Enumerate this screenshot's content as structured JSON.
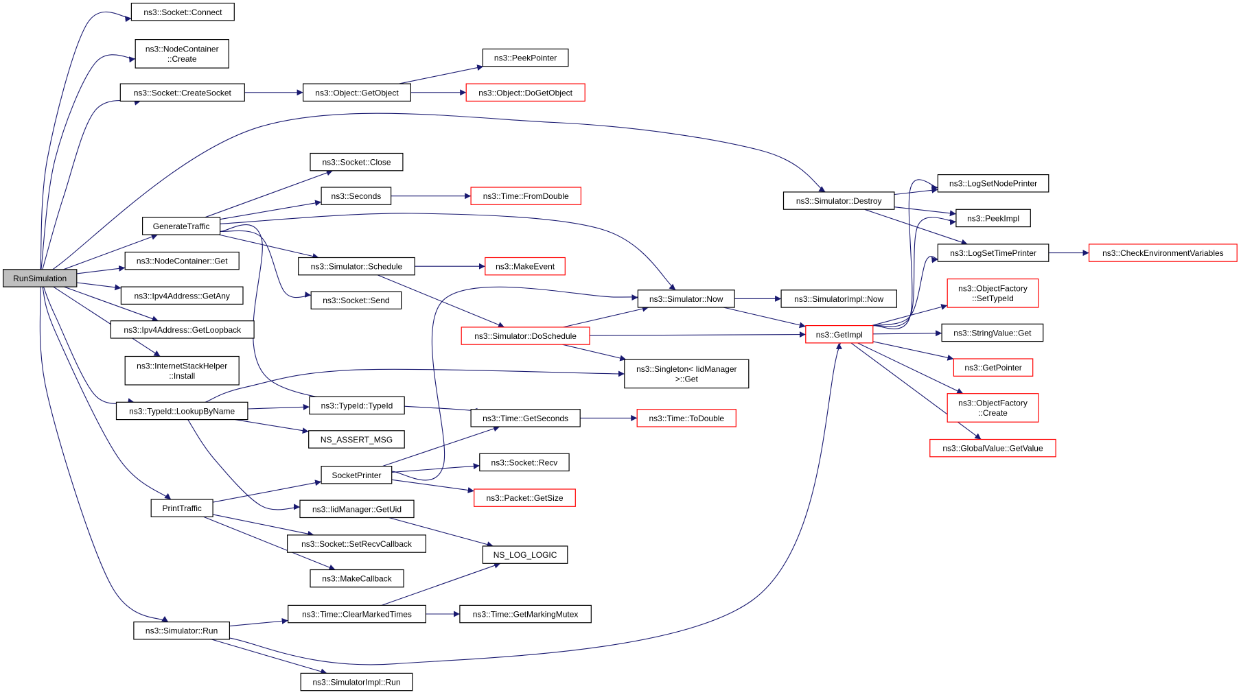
{
  "diagram": {
    "type": "call-graph",
    "colors": {
      "edge": "#191970",
      "root_fill": "#bfbfbf",
      "node_border": "#000000",
      "truncated_border": "#ff0000",
      "node_fill": "#ffffff"
    },
    "nodes": [
      {
        "id": "RunSimulation",
        "lines": [
          "RunSimulation"
        ],
        "root": true
      },
      {
        "id": "SocketConnect",
        "lines": [
          "ns3::Socket::Connect"
        ]
      },
      {
        "id": "NodeContainerCreate",
        "lines": [
          "ns3::NodeContainer",
          "::Create"
        ]
      },
      {
        "id": "SocketCreateSocket",
        "lines": [
          "ns3::Socket::CreateSocket"
        ]
      },
      {
        "id": "ObjectGetObject",
        "lines": [
          "ns3::Object::GetObject"
        ]
      },
      {
        "id": "PeekPointer",
        "lines": [
          "ns3::PeekPointer"
        ]
      },
      {
        "id": "ObjectDoGetObject",
        "lines": [
          "ns3::Object::DoGetObject"
        ],
        "truncated": true
      },
      {
        "id": "GenerateTraffic",
        "lines": [
          "GenerateTraffic"
        ]
      },
      {
        "id": "SocketClose",
        "lines": [
          "ns3::Socket::Close"
        ]
      },
      {
        "id": "Seconds",
        "lines": [
          "ns3::Seconds"
        ]
      },
      {
        "id": "TimeFromDouble",
        "lines": [
          "ns3::Time::FromDouble"
        ],
        "truncated": true
      },
      {
        "id": "SimulatorSchedule",
        "lines": [
          "ns3::Simulator::Schedule"
        ]
      },
      {
        "id": "MakeEvent",
        "lines": [
          "ns3::MakeEvent"
        ],
        "truncated": true
      },
      {
        "id": "SocketSend",
        "lines": [
          "ns3::Socket::Send"
        ]
      },
      {
        "id": "SimulatorDoSchedule",
        "lines": [
          "ns3::Simulator::DoSchedule"
        ],
        "truncated": true
      },
      {
        "id": "SimulatorNow",
        "lines": [
          "ns3::Simulator::Now"
        ]
      },
      {
        "id": "SimulatorImplNow",
        "lines": [
          "ns3::SimulatorImpl::Now"
        ]
      },
      {
        "id": "GetImpl",
        "lines": [
          "ns3::GetImpl"
        ],
        "truncated": true
      },
      {
        "id": "SimulatorDestroy",
        "lines": [
          "ns3::Simulator::Destroy"
        ]
      },
      {
        "id": "LogSetNodePrinter",
        "lines": [
          "ns3::LogSetNodePrinter"
        ]
      },
      {
        "id": "PeekImpl",
        "lines": [
          "ns3::PeekImpl"
        ]
      },
      {
        "id": "LogSetTimePrinter",
        "lines": [
          "ns3::LogSetTimePrinter"
        ]
      },
      {
        "id": "CheckEnv",
        "lines": [
          "ns3::CheckEnvironmentVariables"
        ],
        "truncated": true
      },
      {
        "id": "ObjectFactorySetTypeId",
        "lines": [
          "ns3::ObjectFactory",
          "::SetTypeId"
        ],
        "truncated": true
      },
      {
        "id": "StringValueGet",
        "lines": [
          "ns3::StringValue::Get"
        ]
      },
      {
        "id": "GetPointer",
        "lines": [
          "ns3::GetPointer"
        ],
        "truncated": true
      },
      {
        "id": "ObjectFactoryCreate",
        "lines": [
          "ns3::ObjectFactory",
          "::Create"
        ],
        "truncated": true
      },
      {
        "id": "GlobalValueGetValue",
        "lines": [
          "ns3::GlobalValue::GetValue"
        ],
        "truncated": true
      },
      {
        "id": "NodeContainerGet",
        "lines": [
          "ns3::NodeContainer::Get"
        ]
      },
      {
        "id": "Ipv4GetAny",
        "lines": [
          "ns3::Ipv4Address::GetAny"
        ]
      },
      {
        "id": "Ipv4GetLoopback",
        "lines": [
          "ns3::Ipv4Address::GetLoopback"
        ]
      },
      {
        "id": "InternetStackInstall",
        "lines": [
          "ns3::InternetStackHelper",
          "::Install"
        ]
      },
      {
        "id": "TypeIdLookupByName",
        "lines": [
          "ns3::TypeId::LookupByName"
        ]
      },
      {
        "id": "TypeIdTypeId",
        "lines": [
          "ns3::TypeId::TypeId"
        ]
      },
      {
        "id": "NSAssertMsg",
        "lines": [
          "NS_ASSERT_MSG"
        ]
      },
      {
        "id": "SingletonGet",
        "lines": [
          "ns3::Singleton< IidManager",
          ">::Get"
        ]
      },
      {
        "id": "TimeGetSeconds",
        "lines": [
          "ns3::Time::GetSeconds"
        ]
      },
      {
        "id": "TimeToDouble",
        "lines": [
          "ns3::Time::ToDouble"
        ],
        "truncated": true
      },
      {
        "id": "SocketPrinter",
        "lines": [
          "SocketPrinter"
        ]
      },
      {
        "id": "SocketRecv",
        "lines": [
          "ns3::Socket::Recv"
        ]
      },
      {
        "id": "PacketGetSize",
        "lines": [
          "ns3::Packet::GetSize"
        ],
        "truncated": true
      },
      {
        "id": "PrintTraffic",
        "lines": [
          "PrintTraffic"
        ]
      },
      {
        "id": "IidManagerGetUid",
        "lines": [
          "ns3::IidManager::GetUid"
        ]
      },
      {
        "id": "SetRecvCallback",
        "lines": [
          "ns3::Socket::SetRecvCallback"
        ]
      },
      {
        "id": "NSLogLogic",
        "lines": [
          "NS_LOG_LOGIC"
        ]
      },
      {
        "id": "MakeCallback",
        "lines": [
          "ns3::MakeCallback"
        ]
      },
      {
        "id": "SimulatorRun",
        "lines": [
          "ns3::Simulator::Run"
        ]
      },
      {
        "id": "TimeClearMarkedTimes",
        "lines": [
          "ns3::Time::ClearMarkedTimes"
        ]
      },
      {
        "id": "TimeGetMarkingMutex",
        "lines": [
          "ns3::Time::GetMarkingMutex"
        ]
      },
      {
        "id": "SimulatorImplRun",
        "lines": [
          "ns3::SimulatorImpl::Run"
        ]
      }
    ],
    "edges": [
      [
        "RunSimulation",
        "SocketConnect"
      ],
      [
        "RunSimulation",
        "NodeContainerCreate"
      ],
      [
        "RunSimulation",
        "SocketCreateSocket"
      ],
      [
        "RunSimulation",
        "SimulatorDestroy"
      ],
      [
        "RunSimulation",
        "GenerateTraffic"
      ],
      [
        "RunSimulation",
        "NodeContainerGet"
      ],
      [
        "RunSimulation",
        "Ipv4GetAny"
      ],
      [
        "RunSimulation",
        "Ipv4GetLoopback"
      ],
      [
        "RunSimulation",
        "InternetStackInstall"
      ],
      [
        "RunSimulation",
        "TypeIdLookupByName"
      ],
      [
        "RunSimulation",
        "PrintTraffic"
      ],
      [
        "RunSimulation",
        "SimulatorRun"
      ],
      [
        "SocketCreateSocket",
        "ObjectGetObject"
      ],
      [
        "ObjectGetObject",
        "PeekPointer"
      ],
      [
        "ObjectGetObject",
        "ObjectDoGetObject"
      ],
      [
        "GenerateTraffic",
        "SocketClose"
      ],
      [
        "GenerateTraffic",
        "Seconds"
      ],
      [
        "GenerateTraffic",
        "SimulatorNow"
      ],
      [
        "GenerateTraffic",
        "SimulatorSchedule"
      ],
      [
        "GenerateTraffic",
        "SocketSend"
      ],
      [
        "GenerateTraffic",
        "TimeGetSeconds"
      ],
      [
        "Seconds",
        "TimeFromDouble"
      ],
      [
        "SimulatorSchedule",
        "MakeEvent"
      ],
      [
        "SimulatorSchedule",
        "SimulatorDoSchedule"
      ],
      [
        "SimulatorDoSchedule",
        "SimulatorNow"
      ],
      [
        "SimulatorDoSchedule",
        "GetImpl"
      ],
      [
        "SimulatorDoSchedule",
        "SingletonGet"
      ],
      [
        "SimulatorNow",
        "SimulatorImplNow"
      ],
      [
        "SimulatorNow",
        "GetImpl"
      ],
      [
        "SimulatorDestroy",
        "LogSetNodePrinter"
      ],
      [
        "SimulatorDestroy",
        "PeekImpl"
      ],
      [
        "SimulatorDestroy",
        "LogSetTimePrinter"
      ],
      [
        "LogSetTimePrinter",
        "CheckEnv"
      ],
      [
        "GetImpl",
        "LogSetNodePrinter"
      ],
      [
        "GetImpl",
        "PeekImpl"
      ],
      [
        "GetImpl",
        "LogSetTimePrinter"
      ],
      [
        "GetImpl",
        "ObjectFactorySetTypeId"
      ],
      [
        "GetImpl",
        "StringValueGet"
      ],
      [
        "GetImpl",
        "GetPointer"
      ],
      [
        "GetImpl",
        "ObjectFactoryCreate"
      ],
      [
        "GetImpl",
        "GlobalValueGetValue"
      ],
      [
        "TypeIdLookupByName",
        "SingletonGet"
      ],
      [
        "TypeIdLookupByName",
        "TypeIdTypeId"
      ],
      [
        "TypeIdLookupByName",
        "NSAssertMsg"
      ],
      [
        "TypeIdLookupByName",
        "IidManagerGetUid"
      ],
      [
        "TimeGetSeconds",
        "TimeToDouble"
      ],
      [
        "SocketPrinter",
        "SimulatorNow"
      ],
      [
        "SocketPrinter",
        "TimeGetSeconds"
      ],
      [
        "SocketPrinter",
        "SocketRecv"
      ],
      [
        "SocketPrinter",
        "PacketGetSize"
      ],
      [
        "PrintTraffic",
        "SocketPrinter"
      ],
      [
        "PrintTraffic",
        "SetRecvCallback"
      ],
      [
        "PrintTraffic",
        "MakeCallback"
      ],
      [
        "IidManagerGetUid",
        "NSLogLogic"
      ],
      [
        "SimulatorRun",
        "TimeClearMarkedTimes"
      ],
      [
        "SimulatorRun",
        "SimulatorImplRun"
      ],
      [
        "SimulatorRun",
        "GetImpl"
      ],
      [
        "TimeClearMarkedTimes",
        "NSLogLogic"
      ],
      [
        "TimeClearMarkedTimes",
        "TimeGetMarkingMutex"
      ]
    ]
  }
}
